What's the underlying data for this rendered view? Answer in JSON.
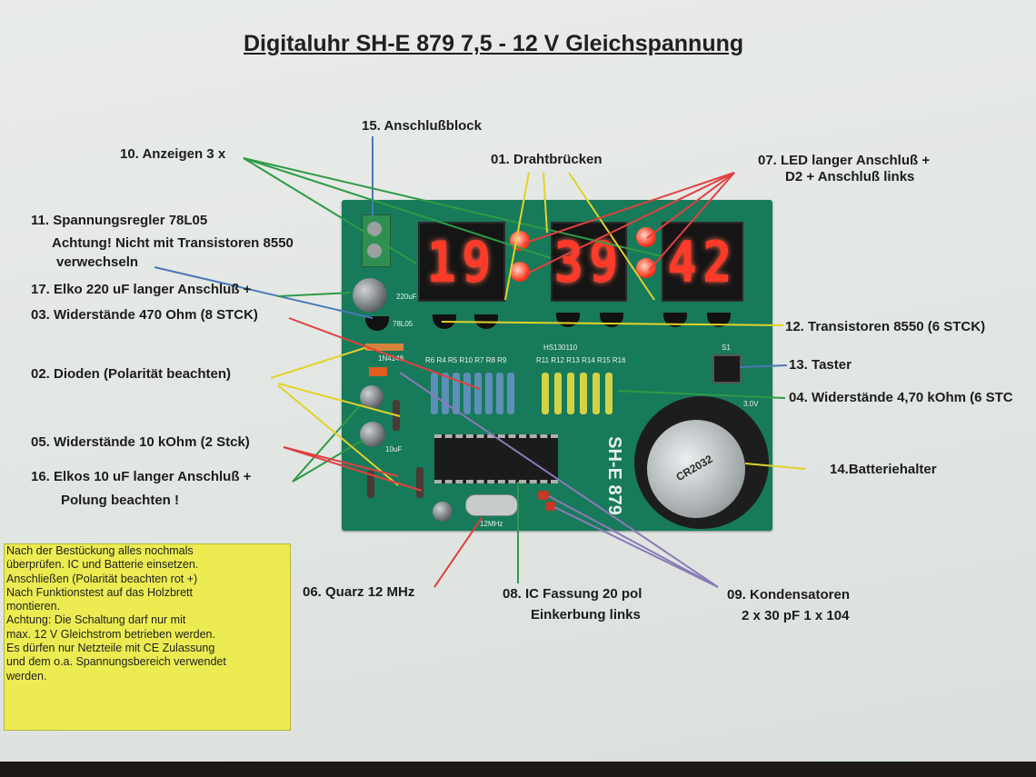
{
  "title": "Digitaluhr  SH-E 879 7,5 - 12 V Gleichspannung",
  "labels": {
    "l15": "15. Anschlußblock",
    "l10": "10. Anzeigen 3 x",
    "l01": "01. Drahtbrücken",
    "l07a": "07. LED langer Anschluß +",
    "l07b": "D2 + Anschluß links",
    "l11a": "11. Spannungsregler 78L05",
    "l11b": "Achtung! Nicht mit Transistoren 8550",
    "l11c": "verwechseln",
    "l17": "17. Elko 220 uF langer Anschluß +",
    "l03": "03. Widerstände 470 Ohm (8 STCK)",
    "l12": "12. Transistoren 8550 (6 STCK)",
    "l02": "02. Dioden (Polarität beachten)",
    "l13": "13. Taster",
    "l04": "04. Widerstände 4,70 kOhm (6 STC",
    "l05": "05. Widerstände 10 kOhm (2 Stck)",
    "l14": "14.Batteriehalter",
    "l16a": "16. Elkos 10 uF langer Anschluß +",
    "l16b": "Polung beachten !",
    "l06": "06. Quarz 12 MHz",
    "l08a": "08. IC Fassung 20 pol",
    "l08b": "Einkerbung links",
    "l09a": "09. Kondensatoren",
    "l09b": "2 x 30 pF 1 x 104"
  },
  "note": [
    "Nach der Bestückung alles nochmals",
    "überprüfen. IC und Batterie einsetzen.",
    "Anschließen (Polarität beachten rot +)",
    "Nach Funktionstest auf das Holzbrett",
    "montieren.",
    "Achtung: Die Schaltung darf nur mit",
    "max. 12 V Gleichstrom betrieben werden.",
    "Es dürfen nur Netzteile mit CE Zulassung",
    "und dem o.a. Spannungsbereich verwendet",
    "werden."
  ],
  "board": {
    "display_hours": "19",
    "display_minutes": "39",
    "display_seconds": "42",
    "silk_model": "SH-E 879",
    "silk_hs": "HS130110",
    "silk_res_left": "R6 R4 R5 R10 R7 R8 R9",
    "silk_res_right": "R11 R12 R13 R14 R15 R16",
    "silk_battery": "3.0V",
    "silk_crystal": "12MHz",
    "silk_cap": "220uF",
    "silk_reg": "78L05",
    "silk_cap10": "10uF",
    "silk_diode": "1N4148",
    "silk_s1": "S1",
    "battery_text": "CR2032"
  },
  "colors": {
    "green_line": "#2e9a46",
    "yellow_line": "#e2d22a",
    "red_line": "#e04040",
    "blue_line": "#4a78b8",
    "violet_line": "#8a7ab8",
    "pcb": "#177a5a",
    "note_bg": "#ecec52"
  }
}
